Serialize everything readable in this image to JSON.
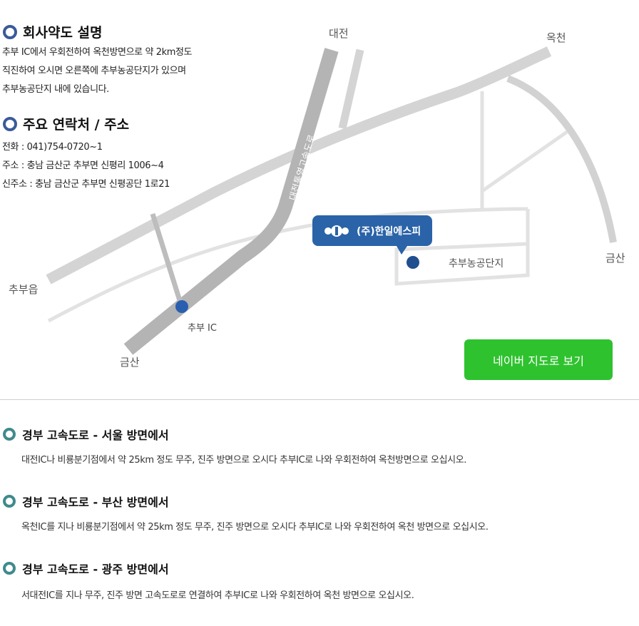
{
  "map": {
    "labels": {
      "daejeon": "대전",
      "okcheon": "옥천",
      "geumsan_right": "금산",
      "chubu_eup": "추부읍",
      "geumsan_bottom": "금산",
      "chubu_ic": "추부 IC",
      "industrial_complex": "추부농공단지",
      "expressway": "대전통영고속도로"
    },
    "company_badge": "(주)한일에스피",
    "naver_button": "네이버 지도로 보기"
  },
  "sections": {
    "directions": {
      "title": "회사약도 설명",
      "lines": [
        "추부 IC에서 우회전하여 옥천방면으로 약 2km정도",
        "직진하여 오시면 오른쪽에 추부농공단지가 있으며",
        "추부농공단지 내에 있습니다."
      ]
    },
    "contact": {
      "title": "주요 연락처 / 주소",
      "lines": [
        "전화 : 041)754-0720~1",
        "주소 : 충남 금산군 추부면 신평리 1006~4",
        "신주소 : 충남 금산군 추부면 신평공단 1로21"
      ]
    }
  },
  "routes": [
    {
      "title": "경부 고속도로 - 서울 방면에서",
      "desc": "대전IC나 비룡분기점에서 약 25km 정도 무주, 진주 방면으로 오시다 추부IC로 나와 우회전하여 옥천방면으로 오십시오."
    },
    {
      "title": "경부 고속도로 - 부산 방면에서",
      "desc": "옥천IC를 지나 비룡분기점에서 약 25km 정도 무주, 진주 방면으로 오시다 추부IC로 나와 우회전하여 옥천 방면으로 오십시오."
    },
    {
      "title": "경부 고속도로 - 광주 방면에서",
      "desc": "서대전IC를 지나 무주, 진주 방면 고속도로로 연결하여 추부IC로 나와 우회전하여 옥천 방면으로 오십시오."
    }
  ],
  "colors": {
    "heading_ring": "#3a5a9a",
    "route_ring": "#3f8a8e",
    "badge": "#2a63a8",
    "marker": "#2a63a8",
    "naver_green": "#2fc22f",
    "road_gray": "#c8c8c8",
    "expressway_gray": "#b0b0b0"
  }
}
